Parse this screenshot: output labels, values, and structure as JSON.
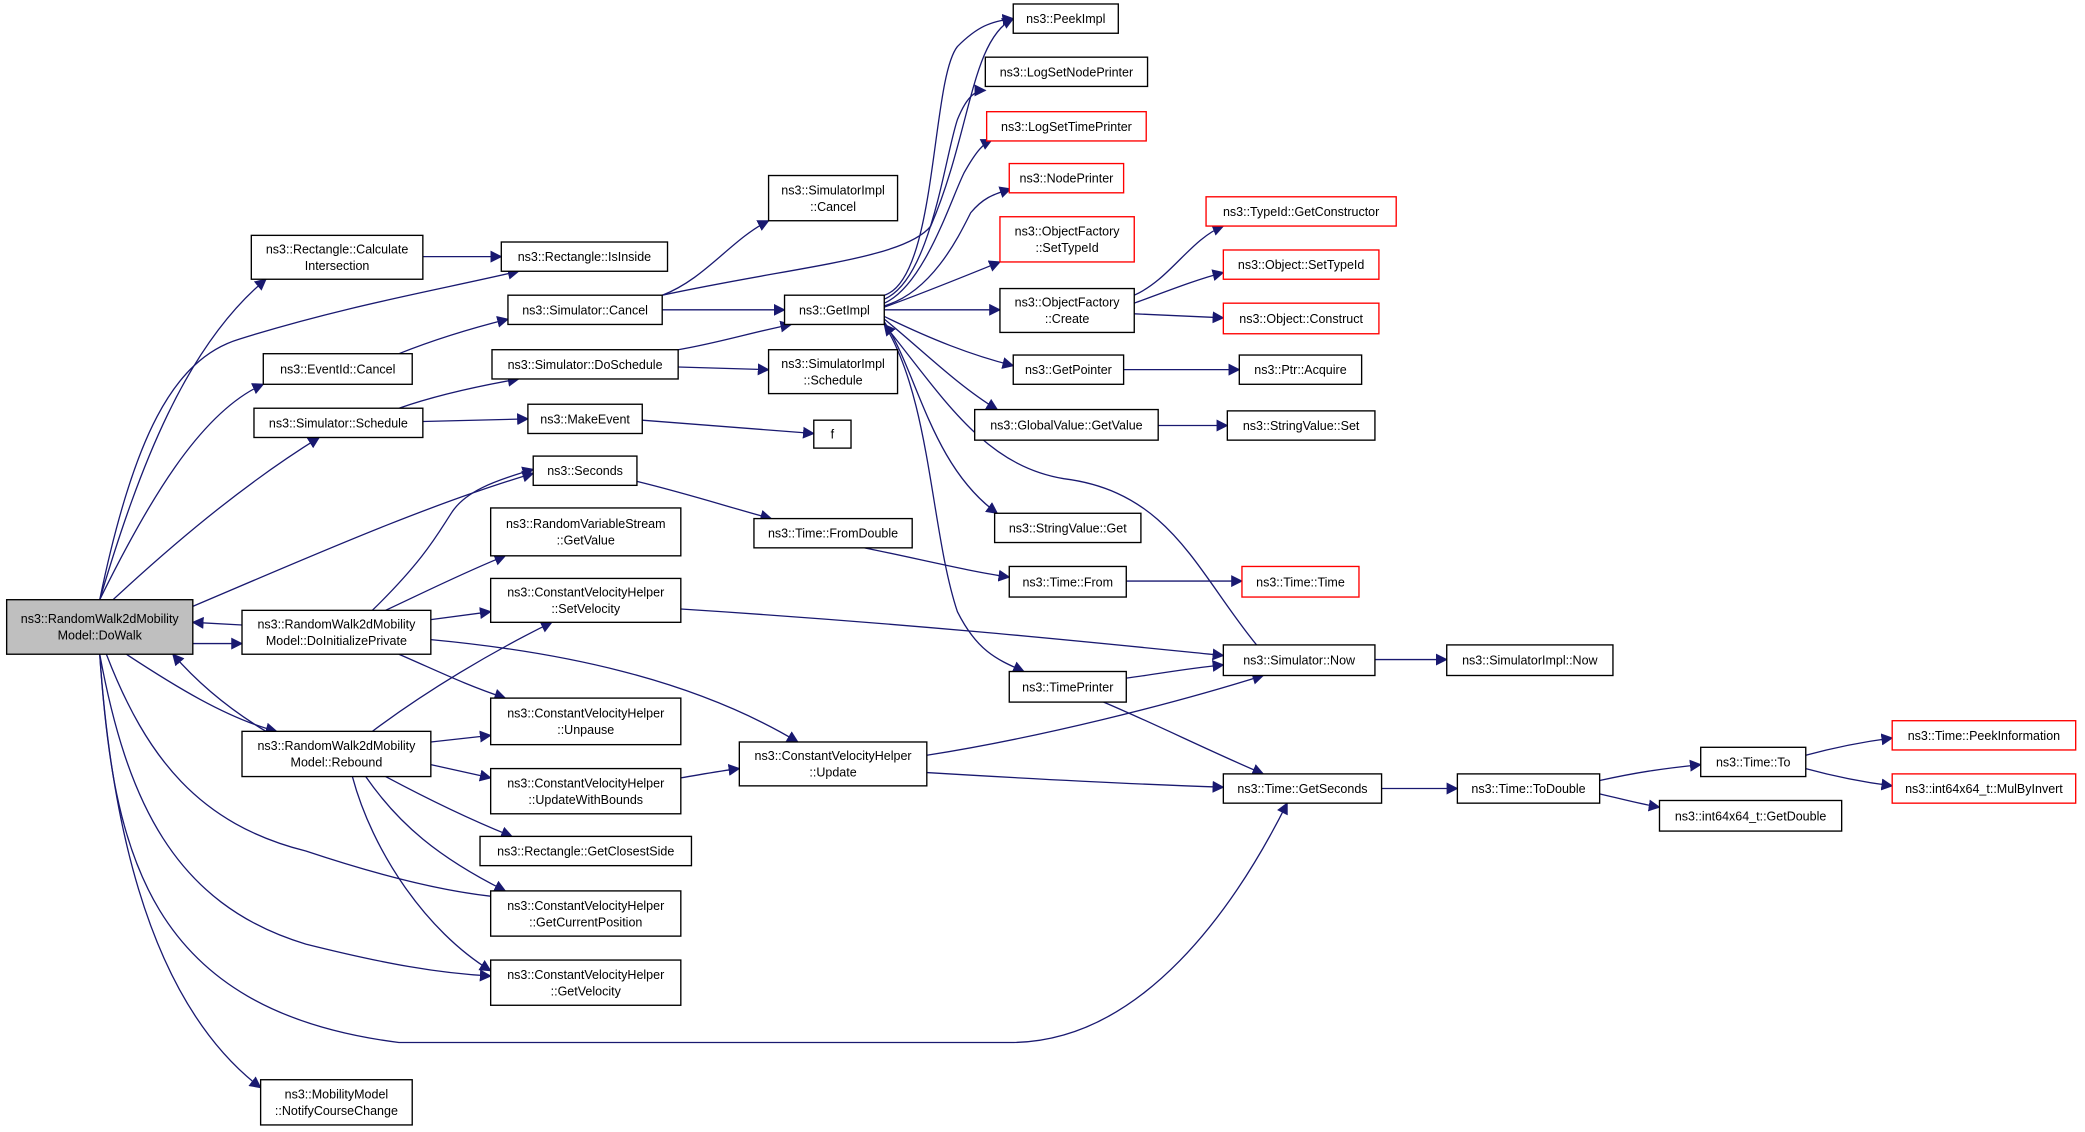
{
  "colors": {
    "edge": "#191970",
    "node_border": "#000000",
    "truncated_border": "#ff0000",
    "focus_fill": "#bfbfbf",
    "node_fill": "#ffffff"
  },
  "nodes": [
    {
      "id": "dowalk",
      "lines": [
        "ns3::RandomWalk2dMobility",
        "Model::DoWalk"
      ],
      "style": "focus"
    },
    {
      "id": "rect_calc",
      "lines": [
        "ns3::Rectangle::Calculate",
        "Intersection"
      ],
      "style": "normal"
    },
    {
      "id": "rect_isinside",
      "lines": [
        "ns3::Rectangle::IsInside"
      ],
      "style": "normal"
    },
    {
      "id": "eventid_cancel",
      "lines": [
        "ns3::EventId::Cancel"
      ],
      "style": "normal"
    },
    {
      "id": "sim_schedule",
      "lines": [
        "ns3::Simulator::Schedule"
      ],
      "style": "normal"
    },
    {
      "id": "sim_cancel",
      "lines": [
        "ns3::Simulator::Cancel"
      ],
      "style": "normal"
    },
    {
      "id": "sim_doschedule",
      "lines": [
        "ns3::Simulator::DoSchedule"
      ],
      "style": "normal"
    },
    {
      "id": "makeevent",
      "lines": [
        "ns3::MakeEvent"
      ],
      "style": "normal"
    },
    {
      "id": "seconds",
      "lines": [
        "ns3::Seconds"
      ],
      "style": "normal"
    },
    {
      "id": "rvs_getvalue",
      "lines": [
        "ns3::RandomVariableStream",
        "::GetValue"
      ],
      "style": "normal"
    },
    {
      "id": "doinit",
      "lines": [
        "ns3::RandomWalk2dMobility",
        "Model::DoInitializePrivate"
      ],
      "style": "normal"
    },
    {
      "id": "cvh_setvel",
      "lines": [
        "ns3::ConstantVelocityHelper",
        "::SetVelocity"
      ],
      "style": "normal"
    },
    {
      "id": "cvh_unpause",
      "lines": [
        "ns3::ConstantVelocityHelper",
        "::Unpause"
      ],
      "style": "normal"
    },
    {
      "id": "rebound",
      "lines": [
        "ns3::RandomWalk2dMobility",
        "Model::Rebound"
      ],
      "style": "normal"
    },
    {
      "id": "cvh_updbounds",
      "lines": [
        "ns3::ConstantVelocityHelper",
        "::UpdateWithBounds"
      ],
      "style": "normal"
    },
    {
      "id": "rect_closest",
      "lines": [
        "ns3::Rectangle::GetClosestSide"
      ],
      "style": "normal"
    },
    {
      "id": "cvh_getpos",
      "lines": [
        "ns3::ConstantVelocityHelper",
        "::GetCurrentPosition"
      ],
      "style": "normal"
    },
    {
      "id": "cvh_getvel",
      "lines": [
        "ns3::ConstantVelocityHelper",
        "::GetVelocity"
      ],
      "style": "normal"
    },
    {
      "id": "notify",
      "lines": [
        "ns3::MobilityModel",
        "::NotifyCourseChange"
      ],
      "style": "normal"
    },
    {
      "id": "simimpl_cancel",
      "lines": [
        "ns3::SimulatorImpl",
        "::Cancel"
      ],
      "style": "normal"
    },
    {
      "id": "simimpl_schedule",
      "lines": [
        "ns3::SimulatorImpl",
        "::Schedule"
      ],
      "style": "normal"
    },
    {
      "id": "getimpl",
      "lines": [
        "ns3::GetImpl"
      ],
      "style": "normal"
    },
    {
      "id": "f",
      "lines": [
        "f"
      ],
      "style": "normal"
    },
    {
      "id": "time_fromdouble",
      "lines": [
        "ns3::Time::FromDouble"
      ],
      "style": "normal"
    },
    {
      "id": "cvh_update",
      "lines": [
        "ns3::ConstantVelocityHelper",
        "::Update"
      ],
      "style": "normal"
    },
    {
      "id": "peekimpl",
      "lines": [
        "ns3::PeekImpl"
      ],
      "style": "normal"
    },
    {
      "id": "logsetnode",
      "lines": [
        "ns3::LogSetNodePrinter"
      ],
      "style": "normal"
    },
    {
      "id": "logsettime",
      "lines": [
        "ns3::LogSetTimePrinter"
      ],
      "style": "truncated"
    },
    {
      "id": "nodeprinter",
      "lines": [
        "ns3::NodePrinter"
      ],
      "style": "truncated"
    },
    {
      "id": "of_settypeid",
      "lines": [
        "ns3::ObjectFactory",
        "::SetTypeId"
      ],
      "style": "truncated"
    },
    {
      "id": "of_create",
      "lines": [
        "ns3::ObjectFactory",
        "::Create"
      ],
      "style": "normal"
    },
    {
      "id": "getpointer",
      "lines": [
        "ns3::GetPointer"
      ],
      "style": "normal"
    },
    {
      "id": "gv_getvalue",
      "lines": [
        "ns3::GlobalValue::GetValue"
      ],
      "style": "normal"
    },
    {
      "id": "sv_get",
      "lines": [
        "ns3::StringValue::Get"
      ],
      "style": "normal"
    },
    {
      "id": "time_from",
      "lines": [
        "ns3::Time::From"
      ],
      "style": "normal"
    },
    {
      "id": "timeprinter",
      "lines": [
        "ns3::TimePrinter"
      ],
      "style": "normal"
    },
    {
      "id": "typeid_getctor",
      "lines": [
        "ns3::TypeId::GetConstructor"
      ],
      "style": "truncated"
    },
    {
      "id": "obj_settypeid",
      "lines": [
        "ns3::Object::SetTypeId"
      ],
      "style": "truncated"
    },
    {
      "id": "obj_construct",
      "lines": [
        "ns3::Object::Construct"
      ],
      "style": "truncated"
    },
    {
      "id": "ptr_acquire",
      "lines": [
        "ns3::Ptr::Acquire"
      ],
      "style": "normal"
    },
    {
      "id": "sv_set",
      "lines": [
        "ns3::StringValue::Set"
      ],
      "style": "normal"
    },
    {
      "id": "time_time",
      "lines": [
        "ns3::Time::Time"
      ],
      "style": "truncated"
    },
    {
      "id": "sim_now",
      "lines": [
        "ns3::Simulator::Now"
      ],
      "style": "normal"
    },
    {
      "id": "time_getseconds",
      "lines": [
        "ns3::Time::GetSeconds"
      ],
      "style": "normal"
    },
    {
      "id": "simimpl_now",
      "lines": [
        "ns3::SimulatorImpl::Now"
      ],
      "style": "normal"
    },
    {
      "id": "time_todouble",
      "lines": [
        "ns3::Time::ToDouble"
      ],
      "style": "normal"
    },
    {
      "id": "time_to",
      "lines": [
        "ns3::Time::To"
      ],
      "style": "normal"
    },
    {
      "id": "int64_getdouble",
      "lines": [
        "ns3::int64x64_t::GetDouble"
      ],
      "style": "normal"
    },
    {
      "id": "time_peekinfo",
      "lines": [
        "ns3::Time::PeekInformation"
      ],
      "style": "truncated"
    },
    {
      "id": "int64_mulbyinvert",
      "lines": [
        "ns3::int64x64_t::MulByInvert"
      ],
      "style": "truncated"
    }
  ],
  "edges": [
    [
      "dowalk",
      "rect_calc"
    ],
    [
      "dowalk",
      "rect_isinside"
    ],
    [
      "dowalk",
      "eventid_cancel"
    ],
    [
      "dowalk",
      "sim_schedule"
    ],
    [
      "dowalk",
      "seconds"
    ],
    [
      "dowalk",
      "doinit"
    ],
    [
      "dowalk",
      "rebound"
    ],
    [
      "dowalk",
      "cvh_getpos"
    ],
    [
      "dowalk",
      "cvh_getvel"
    ],
    [
      "dowalk",
      "time_getseconds"
    ],
    [
      "dowalk",
      "notify"
    ],
    [
      "rect_calc",
      "rect_isinside"
    ],
    [
      "eventid_cancel",
      "sim_cancel"
    ],
    [
      "sim_schedule",
      "sim_doschedule"
    ],
    [
      "sim_schedule",
      "makeevent"
    ],
    [
      "sim_cancel",
      "simimpl_cancel"
    ],
    [
      "sim_cancel",
      "getimpl"
    ],
    [
      "sim_cancel",
      "peekimpl"
    ],
    [
      "sim_doschedule",
      "getimpl"
    ],
    [
      "sim_doschedule",
      "simimpl_schedule"
    ],
    [
      "makeevent",
      "f"
    ],
    [
      "seconds",
      "time_fromdouble"
    ],
    [
      "doinit",
      "dowalk"
    ],
    [
      "doinit",
      "seconds"
    ],
    [
      "doinit",
      "rvs_getvalue"
    ],
    [
      "doinit",
      "cvh_setvel"
    ],
    [
      "doinit",
      "cvh_unpause"
    ],
    [
      "doinit",
      "cvh_update"
    ],
    [
      "rebound",
      "dowalk"
    ],
    [
      "rebound",
      "cvh_setvel"
    ],
    [
      "rebound",
      "cvh_unpause"
    ],
    [
      "rebound",
      "cvh_updbounds"
    ],
    [
      "rebound",
      "rect_closest"
    ],
    [
      "rebound",
      "cvh_getpos"
    ],
    [
      "rebound",
      "cvh_getvel"
    ],
    [
      "cvh_setvel",
      "sim_now"
    ],
    [
      "cvh_updbounds",
      "cvh_update"
    ],
    [
      "cvh_update",
      "sim_now"
    ],
    [
      "cvh_update",
      "time_getseconds"
    ],
    [
      "getimpl",
      "peekimpl"
    ],
    [
      "getimpl",
      "logsetnode"
    ],
    [
      "getimpl",
      "logsettime"
    ],
    [
      "getimpl",
      "nodeprinter"
    ],
    [
      "getimpl",
      "of_settypeid"
    ],
    [
      "getimpl",
      "of_create"
    ],
    [
      "getimpl",
      "getpointer"
    ],
    [
      "getimpl",
      "gv_getvalue"
    ],
    [
      "getimpl",
      "sv_get"
    ],
    [
      "getimpl",
      "timeprinter"
    ],
    [
      "of_create",
      "typeid_getctor"
    ],
    [
      "of_create",
      "obj_settypeid"
    ],
    [
      "of_create",
      "obj_construct"
    ],
    [
      "getpointer",
      "ptr_acquire"
    ],
    [
      "gv_getvalue",
      "sv_set"
    ],
    [
      "time_fromdouble",
      "time_from"
    ],
    [
      "time_from",
      "time_time"
    ],
    [
      "timeprinter",
      "sim_now"
    ],
    [
      "timeprinter",
      "time_getseconds"
    ],
    [
      "sim_now",
      "getimpl"
    ],
    [
      "sim_now",
      "simimpl_now"
    ],
    [
      "time_getseconds",
      "time_todouble"
    ],
    [
      "time_todouble",
      "time_to"
    ],
    [
      "time_todouble",
      "int64_getdouble"
    ],
    [
      "time_to",
      "time_peekinfo"
    ],
    [
      "time_to",
      "int64_mulbyinvert"
    ]
  ]
}
